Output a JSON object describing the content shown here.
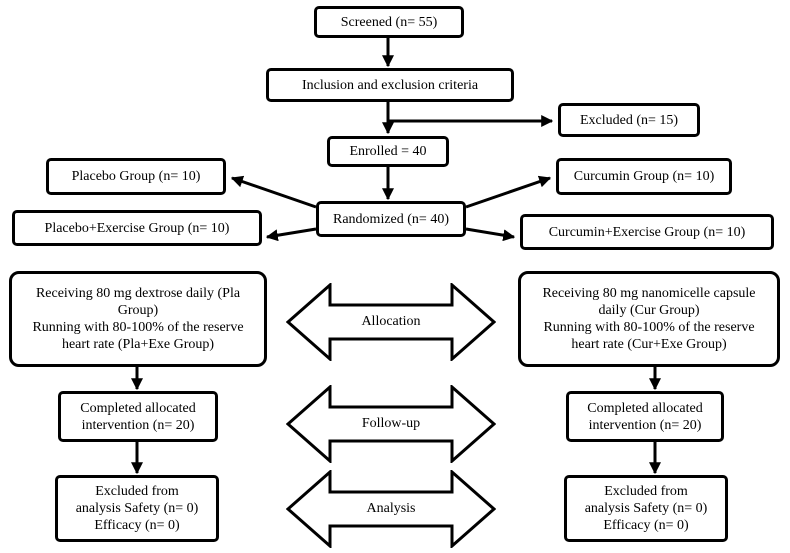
{
  "boxes": {
    "screened": "Screened (n= 55)",
    "inclusion": "Inclusion and exclusion criteria",
    "excluded": "Excluded (n= 15)",
    "enrolled": "Enrolled = 40",
    "randomized": "Randomized (n= 40)",
    "placebo": "Placebo Group (n= 10)",
    "placebo_exercise": "Placebo+Exercise Group (n= 10)",
    "curcumin": "Curcumin Group (n= 10)",
    "curcumin_exercise": "Curcumin+Exercise Group (n= 10)",
    "left_allocation": [
      "Receiving 80 mg dextrose daily (Pla",
      "Group)",
      "Running with 80-100% of the reserve",
      "heart rate (Pla+Exe Group)"
    ],
    "right_allocation": [
      "Receiving 80 mg nanomicelle capsule",
      "daily (Cur Group)",
      "Running with 80-100% of the reserve",
      "heart rate (Cur+Exe Group)"
    ],
    "left_completed": [
      "Completed allocated",
      "intervention (n= 20)"
    ],
    "right_completed": [
      "Completed allocated",
      "intervention (n= 20)"
    ],
    "left_analysis": [
      "Excluded from",
      "analysis Safety (n= 0)",
      "Efficacy (n= 0)"
    ],
    "right_analysis": [
      "Excluded from",
      "analysis Safety (n= 0)",
      "Efficacy (n= 0)"
    ]
  },
  "stages": {
    "allocation": "Allocation",
    "followup": "Follow-up",
    "analysis": "Analysis"
  }
}
